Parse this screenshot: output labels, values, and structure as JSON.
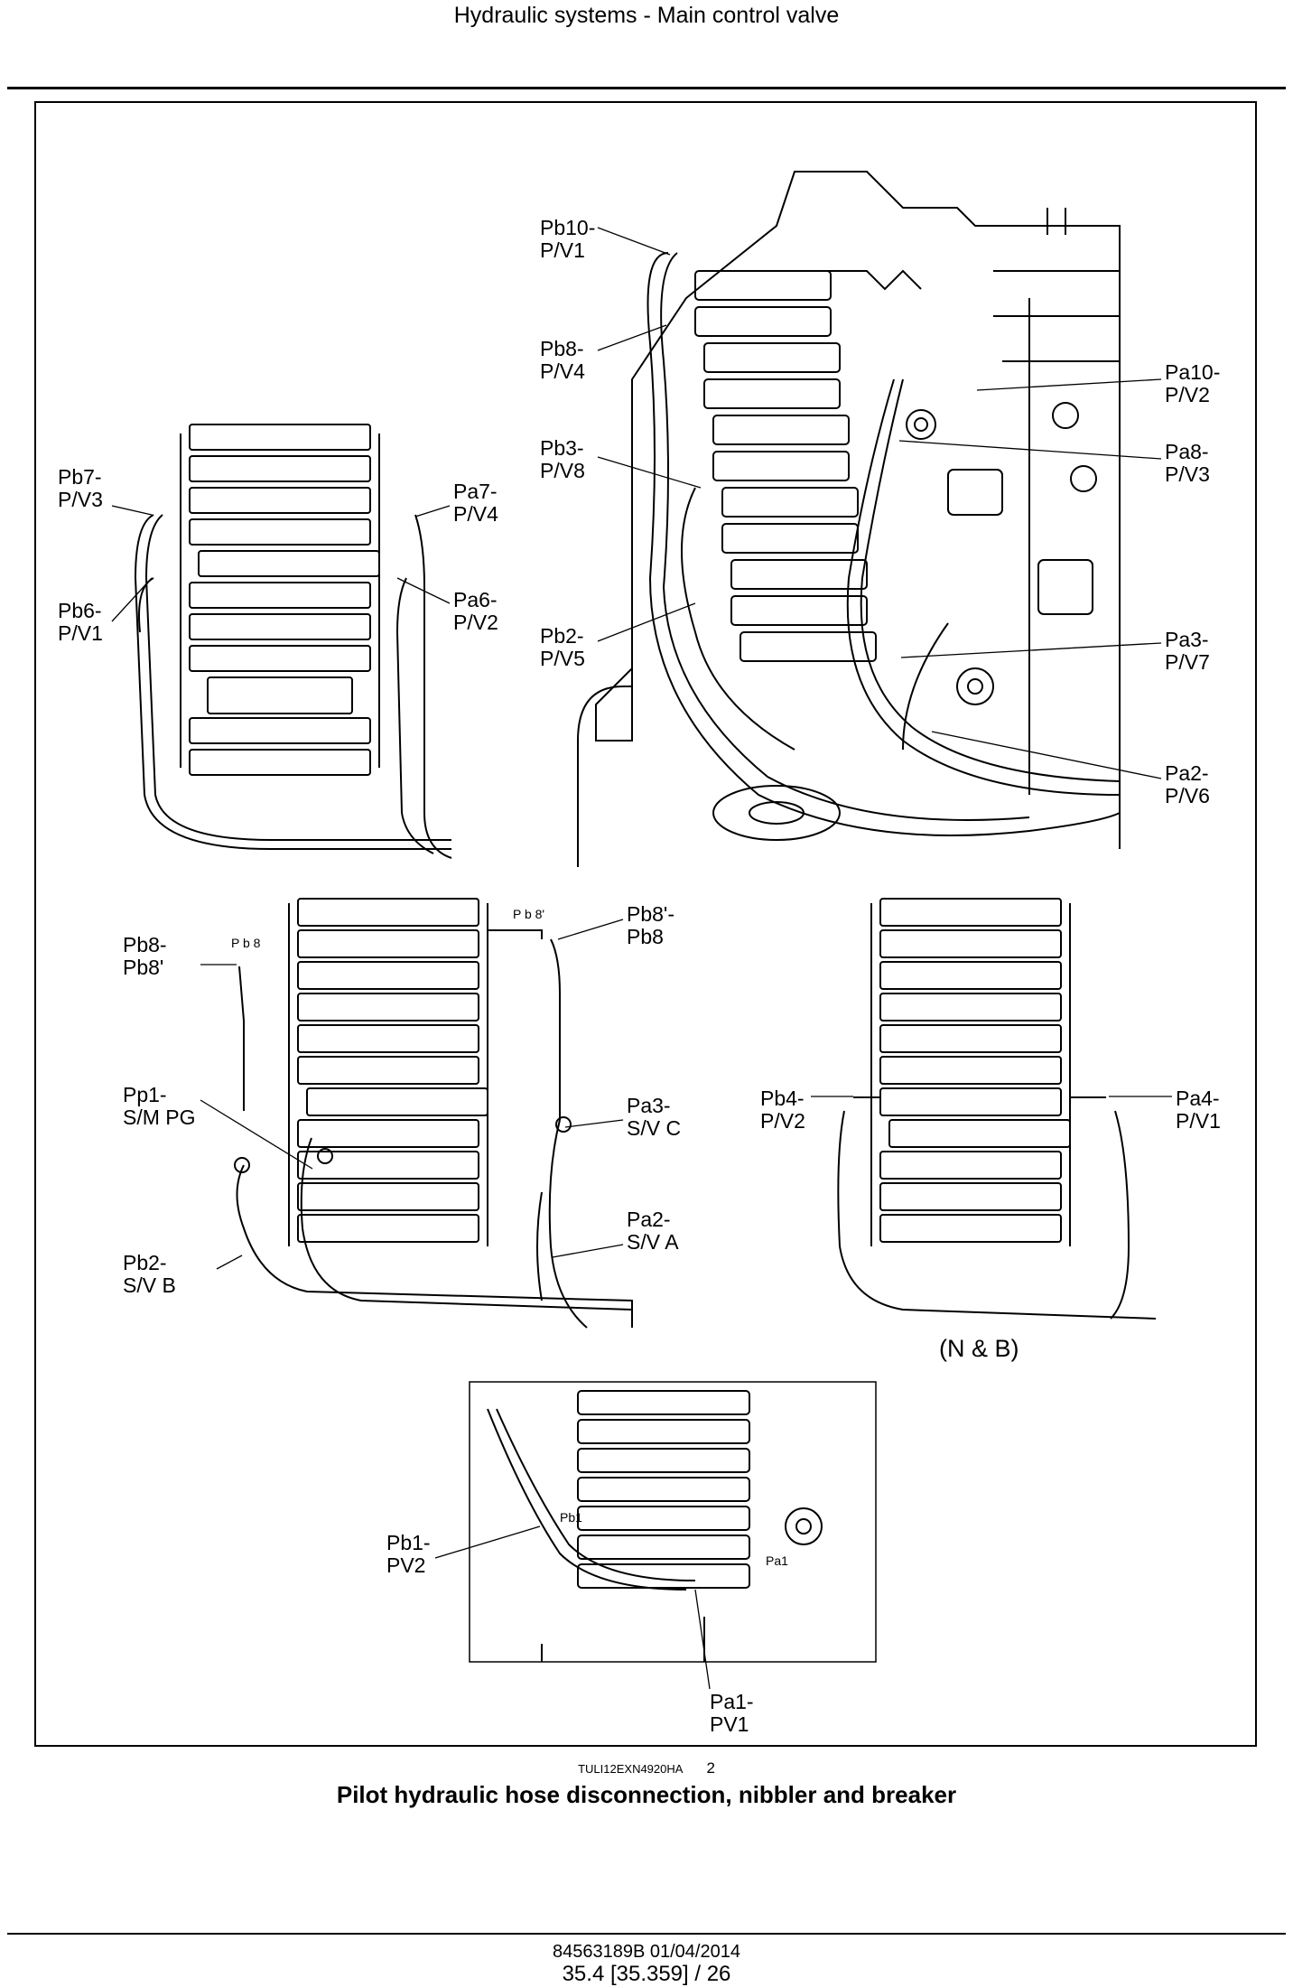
{
  "header": {
    "title": "Hydraulic systems - Main control valve"
  },
  "labels": {
    "pb10": "Pb10-\nP/V1",
    "pb8": "Pb8-\nP/V4",
    "pb3": "Pb3-\nP/V8",
    "pb2": "Pb2-\nP/V5",
    "pa10": "Pa10-\nP/V2",
    "pa8": "Pa8-\nP/V3",
    "pa3": "Pa3-\nP/V7",
    "pa2": "Pa2-\nP/V6",
    "pb7": "Pb7-\nP/V3",
    "pb6": "Pb6-\nP/V1",
    "pa7": "Pa7-\nP/V4",
    "pa6": "Pa6-\nP/V2",
    "pb8_pb8p": "Pb8-\nPb8'",
    "pb8p_pb8": "Pb8'-\nPb8",
    "pp1": "Pp1-\nS/M PG",
    "pa3_svc": "Pa3-\nS/V C",
    "pa2_sva": "Pa2-\nS/V A",
    "pb2_svb": "Pb2-\nS/V B",
    "pb4": "Pb4-\nP/V2",
    "pa4": "Pa4-\nP/V1",
    "nb": "(N & B)",
    "pb1": "Pb1-\nPV2",
    "pa1": "Pa1-\nPV1",
    "small_pb8p": "P b 8'",
    "small_pb8": "P b 8",
    "small_pb1": "Pb1",
    "small_pa1": "Pa1"
  },
  "figure": {
    "id": "TULI12EXN4920HA",
    "number": "2",
    "caption": "Pilot hydraulic hose disconnection, nibbler and breaker"
  },
  "footer": {
    "doc": "84563189B 01/04/2014",
    "page": "35.4 [35.359] / 26"
  }
}
